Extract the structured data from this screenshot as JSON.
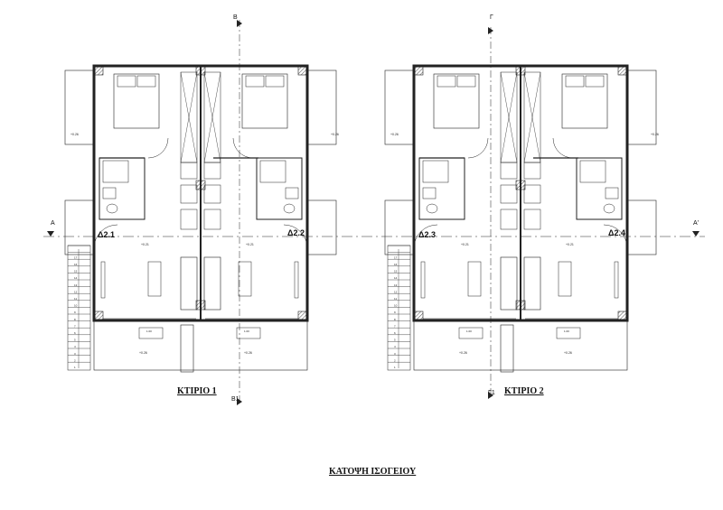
{
  "drawing": {
    "title": "ΚΑΤΟΨΗ ΙΣΟΓΕΙΟΥ",
    "buildings": [
      {
        "label": "ΚΤΙΡΙΟ 1",
        "units": [
          "Δ2.1",
          "Δ2.2"
        ],
        "section_top": "Β",
        "section_bottom": "Β1"
      },
      {
        "label": "ΚΤΙΡΙΟ 2",
        "units": [
          "Δ2.3",
          "Δ2.4"
        ],
        "section_top": "Γ",
        "section_bottom": "Γ1"
      }
    ],
    "section_a_left": "Α",
    "section_a_right": "Α'",
    "level_interior": "+0.21",
    "level_terrace": "+0.26",
    "window_label": "1.00",
    "stair_steps": 17
  }
}
